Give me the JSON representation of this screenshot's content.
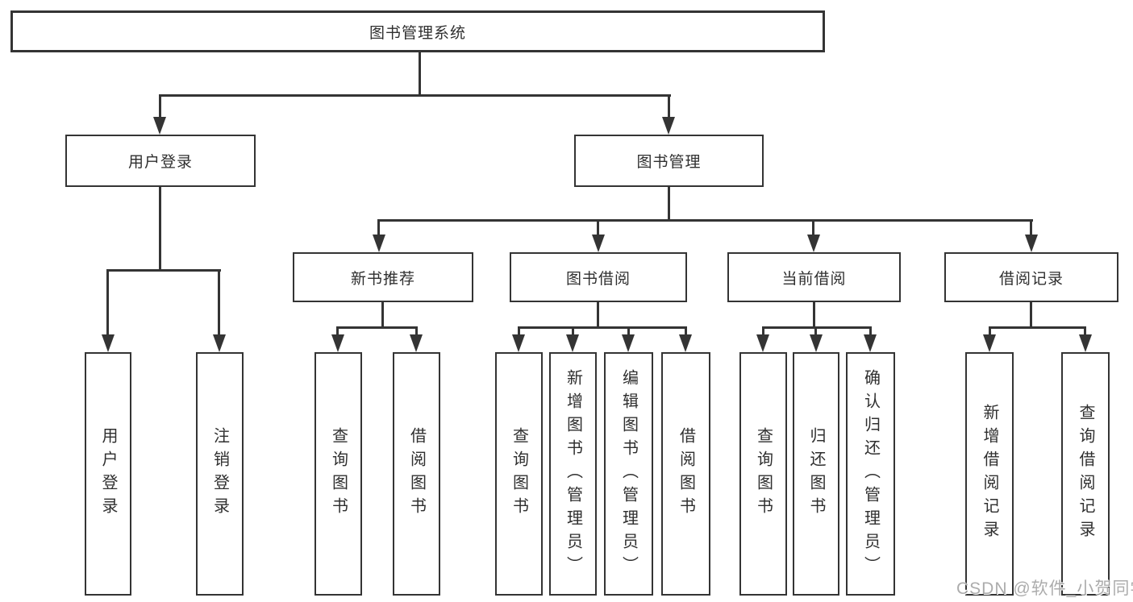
{
  "diagram": {
    "line_color": "#343434",
    "root": {
      "label": "图书管理系统"
    },
    "level2": [
      {
        "label": "用户登录"
      },
      {
        "label": "图书管理"
      }
    ],
    "level3": [
      {
        "label": "新书推荐"
      },
      {
        "label": "图书借阅"
      },
      {
        "label": "当前借阅"
      },
      {
        "label": "借阅记录"
      }
    ],
    "leaves": {
      "user_login": [
        {
          "label": "用户登录"
        },
        {
          "label": "注销登录"
        }
      ],
      "new_book": [
        {
          "label": "查询图书"
        },
        {
          "label": "借阅图书"
        }
      ],
      "book_borrow": [
        {
          "label": "查询图书"
        },
        {
          "label": "新增图书（管理员）"
        },
        {
          "label": "编辑图书（管理员）"
        },
        {
          "label": "借阅图书"
        }
      ],
      "current_borrow": [
        {
          "label": "查询图书"
        },
        {
          "label": "归还图书"
        },
        {
          "label": "确认归还（管理员）"
        }
      ],
      "borrow_record": [
        {
          "label": "新增借阅记录"
        },
        {
          "label": "查询借阅记录"
        }
      ]
    }
  },
  "watermark": {
    "text": "CSDN @软件_小贺同学"
  }
}
